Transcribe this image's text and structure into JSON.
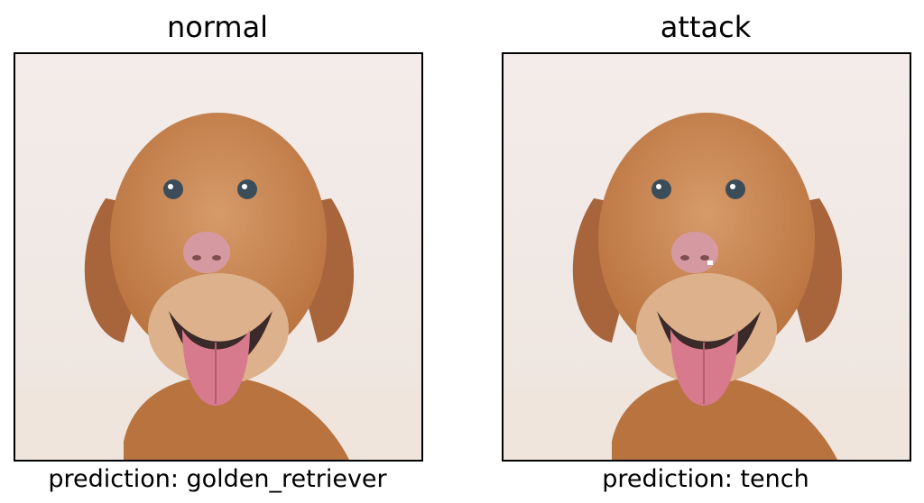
{
  "panels": [
    {
      "title": "normal",
      "caption": "prediction: golden_retriever"
    },
    {
      "title": "attack",
      "caption": "prediction: tench"
    }
  ],
  "colors": {
    "background_light": "#efe6df",
    "fur": "#c9864f",
    "fur_dark": "#a8643a",
    "fur_light": "#ddb18b",
    "nose": "#d59aa1",
    "tongue": "#d77a8d",
    "eye": "#3c4d5a",
    "perturbation": "#ffffff"
  }
}
